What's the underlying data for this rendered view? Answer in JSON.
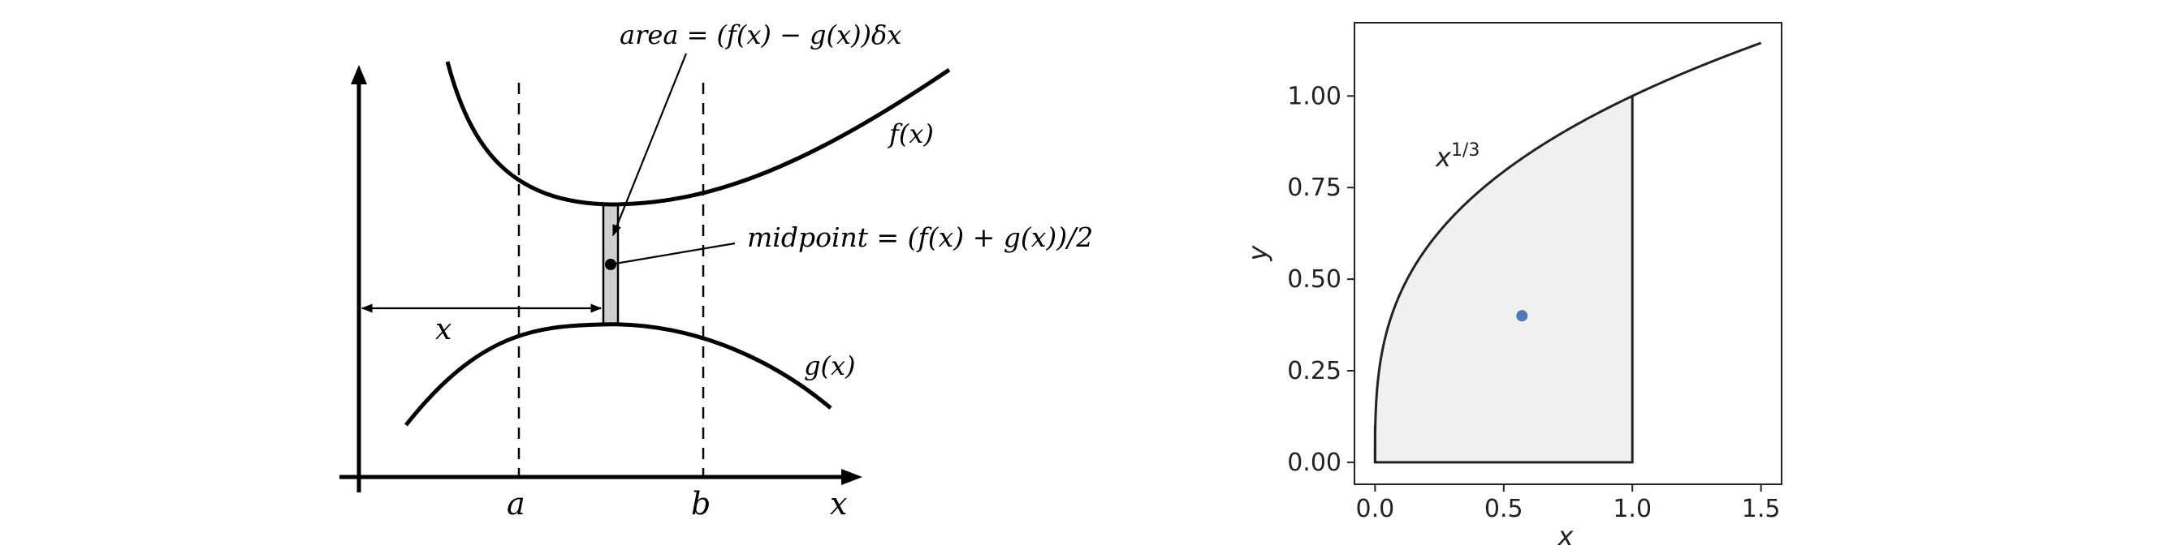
{
  "left_diagram": {
    "f_label": "f(x)",
    "g_label": "g(x)",
    "x_axis_label": "x",
    "x_distance_label": "x",
    "a_label": "a",
    "b_label": "b",
    "area_annotation": "area = (f(x) − g(x))δx",
    "midpoint_annotation": "midpoint = (f(x) + g(x))/2"
  },
  "chart_data": {
    "type": "area",
    "curve_label": "x^(1/3)",
    "curve_label_base": "x",
    "curve_label_exp": "1/3",
    "xlabel": "x",
    "ylabel": "y",
    "xlim": [
      -0.08,
      1.58
    ],
    "ylim": [
      -0.06,
      1.2
    ],
    "x_ticks": [
      0.0,
      0.5,
      1.0,
      1.5
    ],
    "x_tick_labels": [
      "0.0",
      "0.5",
      "1.0",
      "1.5"
    ],
    "y_ticks": [
      0.0,
      0.25,
      0.5,
      0.75,
      1.0
    ],
    "y_tick_labels": [
      "0.00",
      "0.25",
      "0.50",
      "0.75",
      "1.00"
    ],
    "curve": {
      "function": "x^(1/3)",
      "x_range": [
        0,
        1.5
      ]
    },
    "shaded_region": {
      "x_range": [
        0,
        1
      ],
      "lower": 0,
      "upper": "x^(1/3)",
      "color": "#f0f0f0"
    },
    "centroid_point": {
      "x": 0.571,
      "y": 0.4,
      "color": "#4c78b5"
    },
    "grid": false
  }
}
